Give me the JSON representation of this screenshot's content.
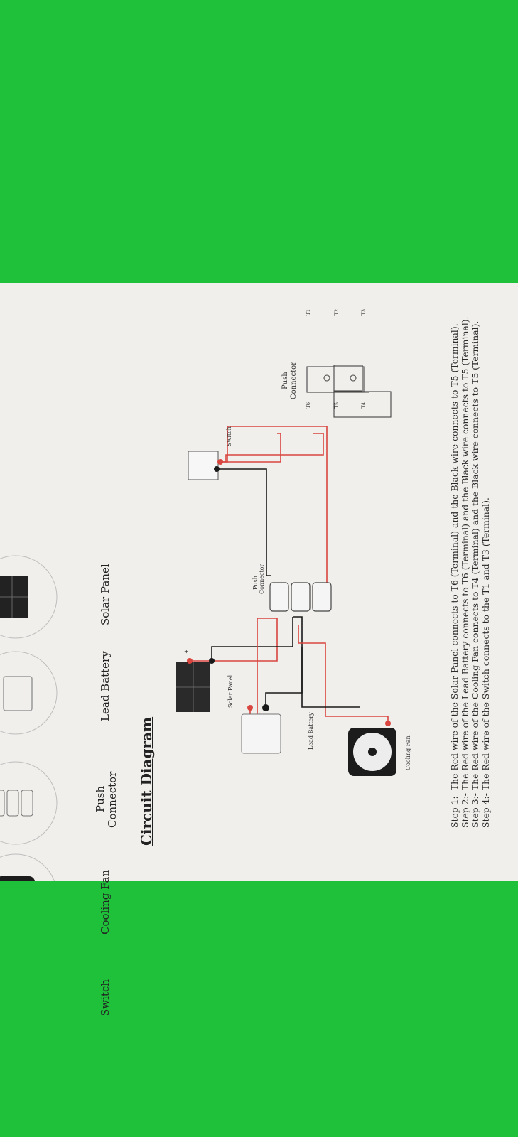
{
  "parts": {
    "solar_panel": "Solar Panel",
    "lead_battery": "Lead Battery",
    "push_connector_l1": "Push",
    "push_connector_l2": "Connector",
    "cooling_fan": "Cooling Fan",
    "switch": "Switch"
  },
  "diagram": {
    "title": "Circuit Diagram",
    "solar_panel": "Solar Panel",
    "lead_battery": "Lead Battery",
    "cooling_fan": "Cooling Fan",
    "push_connector_l1": "Push",
    "push_connector_l2": "Connector",
    "switch": "Switch",
    "plus": "+",
    "minus": "-"
  },
  "push_connector_detail": {
    "label_l1": "Push",
    "label_l2": "Connector",
    "terminals": [
      "T1",
      "T2",
      "T3",
      "T4",
      "T5",
      "T6"
    ]
  },
  "steps": [
    "Step 1:- The Red wire of the Solar Panel connects to T6 (Terminal) and the Black wire connects to T5 (Terminal).",
    "Step 2:- The Red wire of the Lead Battery connects to T6 (Terminal) and the Black wire connects to T5 (Terminal).",
    "Step 3:- The Red wire of the Cooling Fan connects to T4 (Terminal) and the Black wire connects to T5 (Terminal).",
    "Step 4:- The Red wire of the Switch connects to the T1 and T3 (Terminal)."
  ],
  "colors": {
    "background": "#1fc13a",
    "paper": "#f1efec",
    "wire_red": "#d9453f",
    "wire_black": "#1a1a1a"
  }
}
